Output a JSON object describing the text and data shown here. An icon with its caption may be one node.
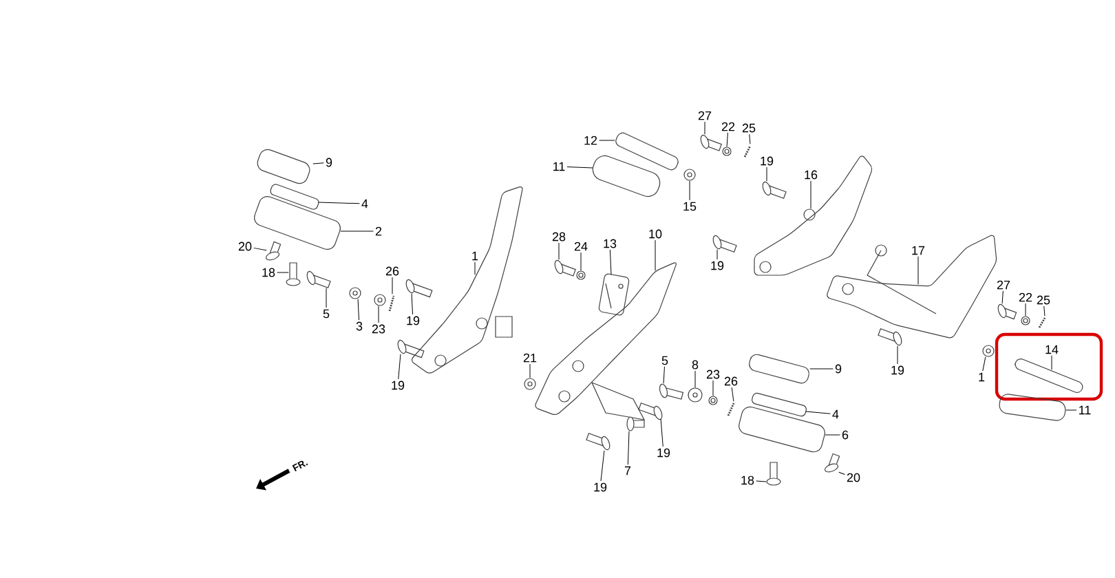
{
  "diagram": {
    "nodes": [
      {
        "text": [
          "9"
        ]
      },
      {
        "text": [
          "4"
        ]
      },
      {
        "text": [
          "2"
        ]
      },
      {
        "text": [
          "20"
        ]
      },
      {
        "text": [
          "18"
        ]
      },
      {
        "text": [
          "5"
        ]
      },
      {
        "text": [
          "3"
        ]
      },
      {
        "text": [
          "23"
        ]
      },
      {
        "text": [
          "26"
        ]
      },
      {
        "text": [
          "19"
        ]
      },
      {
        "text": [
          "19"
        ]
      },
      {
        "text": [
          "1"
        ]
      },
      {
        "text": [
          "28"
        ]
      },
      {
        "text": [
          "24"
        ]
      },
      {
        "text": [
          "13"
        ]
      },
      {
        "text": [
          "10"
        ]
      },
      {
        "text": [
          "12"
        ]
      },
      {
        "text": [
          "11"
        ]
      },
      {
        "text": [
          "27"
        ]
      },
      {
        "text": [
          "22"
        ]
      },
      {
        "text": [
          "25"
        ]
      },
      {
        "text": [
          "15"
        ]
      },
      {
        "text": [
          "19"
        ]
      },
      {
        "text": [
          "16"
        ]
      },
      {
        "text": [
          "19"
        ]
      },
      {
        "text": [
          "21"
        ]
      },
      {
        "text": [
          "5"
        ]
      },
      {
        "text": [
          "8"
        ]
      },
      {
        "text": [
          "23"
        ]
      },
      {
        "text": [
          "26"
        ]
      },
      {
        "text": [
          "9"
        ]
      },
      {
        "text": [
          "17"
        ]
      },
      {
        "text": [
          "27"
        ]
      },
      {
        "text": [
          "22"
        ]
      },
      {
        "text": [
          "25"
        ]
      },
      {
        "text": [
          "1"
        ]
      },
      {
        "text": [
          "14"
        ]
      },
      {
        "text": [
          "11"
        ]
      },
      {
        "text": [
          "19"
        ]
      },
      {
        "text": [
          "4"
        ]
      },
      {
        "text": [
          "6"
        ]
      },
      {
        "text": [
          "19"
        ]
      },
      {
        "text": [
          "7"
        ]
      },
      {
        "text": [
          "19"
        ]
      },
      {
        "text": [
          "18"
        ]
      },
      {
        "text": [
          "20"
        ]
      },
      {
        "text": [],
        "shape": "picture"
      },
      {
        "text": [],
        "shape": "picture"
      },
      {
        "text": [],
        "shape": "picture"
      },
      {
        "text": [],
        "shape": "picture"
      },
      {
        "text": [],
        "shape": "picture"
      },
      {
        "text": [],
        "shape": "picture"
      },
      {
        "text": [],
        "shape": "picture"
      },
      {
        "text": [],
        "shape": "picture"
      },
      {
        "text": [],
        "shape": "picture"
      },
      {
        "text": [],
        "shape": "picture"
      },
      {
        "text": [],
        "shape": "picture"
      },
      {
        "text": [],
        "shape": "picture"
      },
      {
        "text": [],
        "shape": "picture"
      },
      {
        "text": [],
        "shape": "picture"
      },
      {
        "text": [],
        "shape": "picture"
      },
      {
        "text": [],
        "shape": "picture"
      },
      {
        "text": [],
        "shape": "picture"
      },
      {
        "text": [],
        "shape": "picture"
      },
      {
        "text": [],
        "shape": "picture"
      },
      {
        "text": [],
        "shape": "picture"
      },
      {
        "text": [],
        "shape": "picture"
      },
      {
        "text": [],
        "shape": "picture"
      },
      {
        "text": [],
        "shape": "picture"
      },
      {
        "text": [],
        "shape": "picture"
      },
      {
        "text": [],
        "shape": "picture"
      },
      {
        "text": [],
        "shape": "picture"
      },
      {
        "text": [],
        "shape": "picture"
      },
      {
        "text": [],
        "shape": "picture"
      },
      {
        "text": [],
        "shape": "picture"
      },
      {
        "text": [],
        "shape": "picture"
      },
      {
        "text": [],
        "shape": "picture"
      },
      {
        "text": [],
        "shape": "picture"
      },
      {
        "text": [],
        "shape": "picture"
      },
      {
        "text": [],
        "shape": "picture"
      },
      {
        "text": [],
        "shape": "picture"
      },
      {
        "text": [],
        "shape": "picture"
      },
      {
        "text": [],
        "shape": "picture"
      },
      {
        "text": [],
        "shape": "picture"
      },
      {
        "text": [],
        "shape": "picture"
      },
      {
        "text": [],
        "shape": "picture"
      },
      {
        "text": [],
        "shape": "picture"
      },
      {
        "text": [],
        "shape": "picture"
      },
      {
        "text": [],
        "shape": "picture"
      },
      {
        "text": [],
        "shape": "picture"
      },
      {
        "text": [],
        "shape": "picture"
      },
      {
        "text": [],
        "shape": "picture"
      }
    ],
    "edges": [
      {
        "from": 0,
        "to": 46,
        "arrow": "none"
      },
      {
        "from": 1,
        "to": 47,
        "arrow": "none"
      },
      {
        "from": 2,
        "to": 48,
        "arrow": "none"
      },
      {
        "from": 3,
        "to": 49,
        "arrow": "none"
      },
      {
        "from": 4,
        "to": 50,
        "arrow": "none"
      },
      {
        "from": 5,
        "to": 51,
        "arrow": "none"
      },
      {
        "from": 6,
        "to": 52,
        "arrow": "none"
      },
      {
        "from": 7,
        "to": 53,
        "arrow": "none"
      },
      {
        "from": 8,
        "to": 54,
        "arrow": "none"
      },
      {
        "from": 9,
        "to": 55,
        "arrow": "none"
      },
      {
        "from": 10,
        "to": 56,
        "arrow": "none"
      },
      {
        "from": 11,
        "to": 57,
        "arrow": "none"
      },
      {
        "from": 12,
        "to": 58,
        "arrow": "none"
      },
      {
        "from": 13,
        "to": 59,
        "arrow": "none"
      },
      {
        "from": 14,
        "to": 60,
        "arrow": "none"
      },
      {
        "from": 15,
        "to": 61,
        "arrow": "none"
      },
      {
        "from": 16,
        "to": 62,
        "arrow": "none"
      },
      {
        "from": 17,
        "to": 63,
        "arrow": "none"
      },
      {
        "from": 18,
        "to": 64,
        "arrow": "none"
      },
      {
        "from": 19,
        "to": 65,
        "arrow": "none"
      },
      {
        "from": 20,
        "to": 66,
        "arrow": "none"
      },
      {
        "from": 21,
        "to": 67,
        "arrow": "none"
      },
      {
        "from": 22,
        "to": 68,
        "arrow": "none"
      },
      {
        "from": 23,
        "to": 69,
        "arrow": "none"
      },
      {
        "from": 24,
        "to": 70,
        "arrow": "none"
      },
      {
        "from": 25,
        "to": 71,
        "arrow": "none"
      },
      {
        "from": 26,
        "to": 72,
        "arrow": "none"
      },
      {
        "from": 27,
        "to": 73,
        "arrow": "none"
      },
      {
        "from": 28,
        "to": 74,
        "arrow": "none"
      },
      {
        "from": 29,
        "to": 75,
        "arrow": "none"
      },
      {
        "from": 30,
        "to": 76,
        "arrow": "none"
      },
      {
        "from": 31,
        "to": 77,
        "arrow": "none"
      },
      {
        "from": 32,
        "to": 78,
        "arrow": "none"
      },
      {
        "from": 33,
        "to": 79,
        "arrow": "none"
      },
      {
        "from": 34,
        "to": 80,
        "arrow": "none"
      },
      {
        "from": 35,
        "to": 81,
        "arrow": "none"
      },
      {
        "from": 36,
        "to": 82,
        "arrow": "none"
      },
      {
        "from": 37,
        "to": 83,
        "arrow": "none"
      },
      {
        "from": 38,
        "to": 84,
        "arrow": "none"
      },
      {
        "from": 39,
        "to": 85,
        "arrow": "none"
      },
      {
        "from": 40,
        "to": 86,
        "arrow": "none"
      },
      {
        "from": 41,
        "to": 87,
        "arrow": "none"
      },
      {
        "from": 42,
        "to": 88,
        "arrow": "none"
      },
      {
        "from": 43,
        "to": 89,
        "arrow": "none"
      },
      {
        "from": 44,
        "to": 90,
        "arrow": "none"
      },
      {
        "from": 45,
        "to": 91,
        "arrow": "none"
      }
    ],
    "labels": [
      "FR."
    ]
  }
}
